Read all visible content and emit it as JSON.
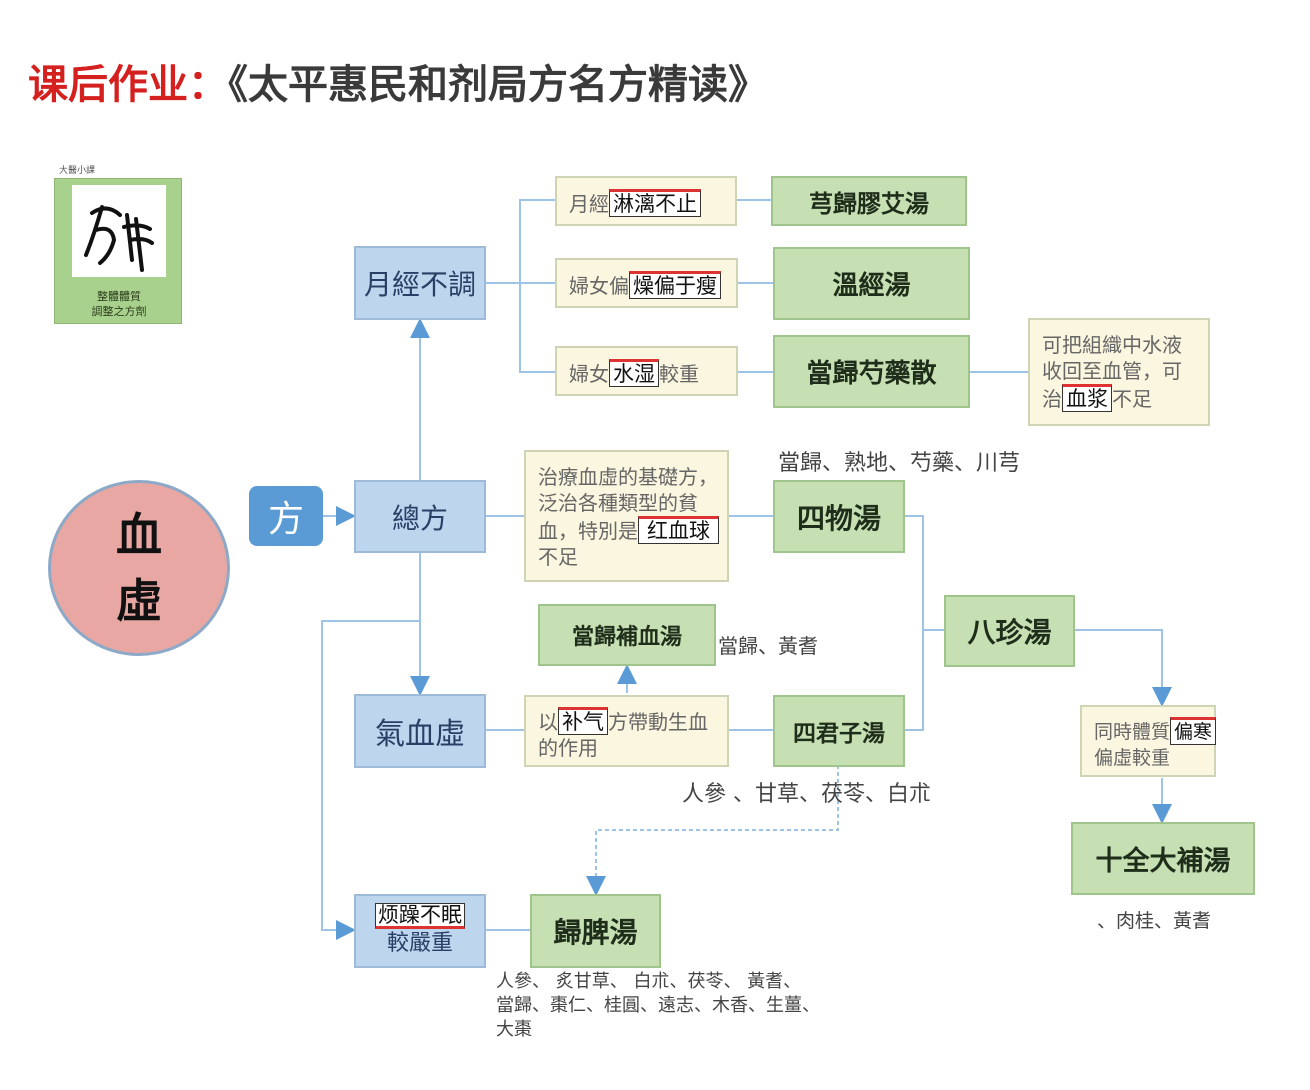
{
  "title": {
    "prefix": "课后作业：",
    "main": "《太平惠民和剂局方名方精读》"
  },
  "logo": {
    "top_text": "大醫小課",
    "line1": "整體體質",
    "line2": "調整之方劑"
  },
  "center": {
    "char1": "血",
    "char2": "虛"
  },
  "fang": "方",
  "nodes": {
    "yuejing": "月經不調",
    "zongfang": "總方",
    "qixuexu": "氣血虛",
    "fanzao_hl": "烦躁不眠",
    "fanzao_rest": "較嚴重",
    "c1_pre": "月經",
    "c1_hl": "淋漓不止",
    "c2_pre": "婦女偏",
    "c2_hl": "燥偏于瘦",
    "c3_pre": "婦女",
    "c3_hl": "水湿",
    "c3_post": "較重",
    "siwu_desc1": "治療血虛的基礎方，",
    "siwu_desc2": "泛治各種類型的貧",
    "siwu_desc3": "血，特別是",
    "siwu_hl": "红血球",
    "siwu_desc4": "不足",
    "buqi_pre": "以",
    "buqi_hl": "补气",
    "buqi_post": "方帶動生血",
    "buqi_line2": "的作用",
    "dg_desc1": "可把組織中水液",
    "dg_desc2": "收回至血管，可",
    "dg_desc3": "治",
    "dg_hl": "血浆",
    "dg_desc4": "不足",
    "pianhan1": "同時體質",
    "pianhan_hl": "偏寒",
    "pianhan2": "偏虛較重",
    "f1": "芎歸膠艾湯",
    "f2": "溫經湯",
    "f3": "當歸芍藥散",
    "f4": "四物湯",
    "f5": "當歸補血湯",
    "f6": "四君子湯",
    "f7": "八珍湯",
    "f8": "十全大補湯",
    "f9": "歸脾湯"
  },
  "notes": {
    "siwu_herbs": "當歸、熟地、芍藥、川芎",
    "bx_herbs": "當歸、黃耆",
    "sjz_herbs": "人參 、甘草、茯苓、白朮",
    "sq_herbs": "、肉桂、黃耆",
    "gp_herbs1": "人參、 炙甘草、 白朮、茯苓、 黃耆、",
    "gp_herbs2": "當歸、棗仁、桂圓、遠志、木香、生薑、",
    "gp_herbs3": "大棗"
  },
  "colors": {
    "title_red": "#d4201f",
    "blue_box": "#bdd6ee",
    "green_box": "#c6e0b4",
    "cream_box": "#fbf6df",
    "circle": "#e9a7a3",
    "fang": "#5b9bd5"
  }
}
